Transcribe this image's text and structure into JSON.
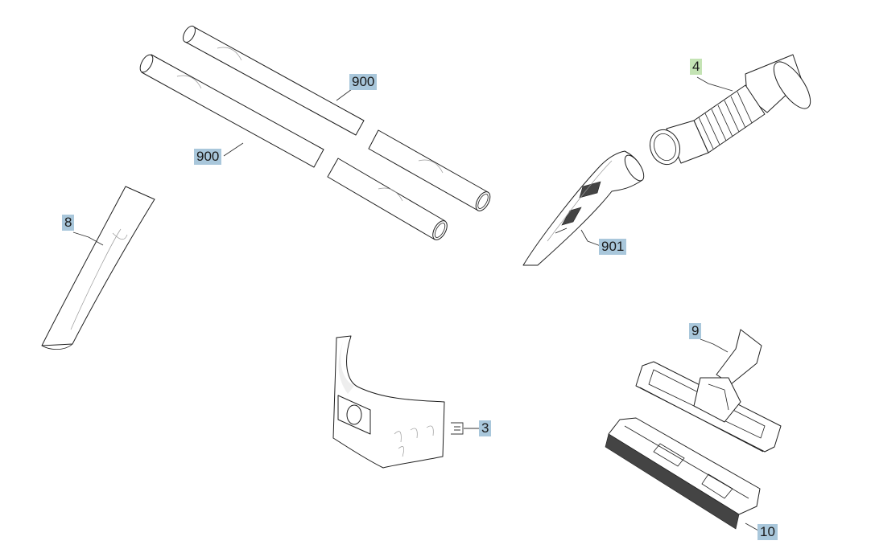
{
  "callouts": [
    {
      "id": "900a",
      "text": "900",
      "color": "#a9c7db"
    },
    {
      "id": "900b",
      "text": "900",
      "color": "#a9c7db"
    },
    {
      "id": "4",
      "text": "4",
      "color": "#c4e3b4"
    },
    {
      "id": "8",
      "text": "8",
      "color": "#a9c7db"
    },
    {
      "id": "901",
      "text": "901",
      "color": "#a9c7db"
    },
    {
      "id": "9",
      "text": "9",
      "color": "#a9c7db"
    },
    {
      "id": "3",
      "text": "3",
      "color": "#a9c7db"
    },
    {
      "id": "10",
      "text": "10",
      "color": "#a9c7db"
    }
  ]
}
